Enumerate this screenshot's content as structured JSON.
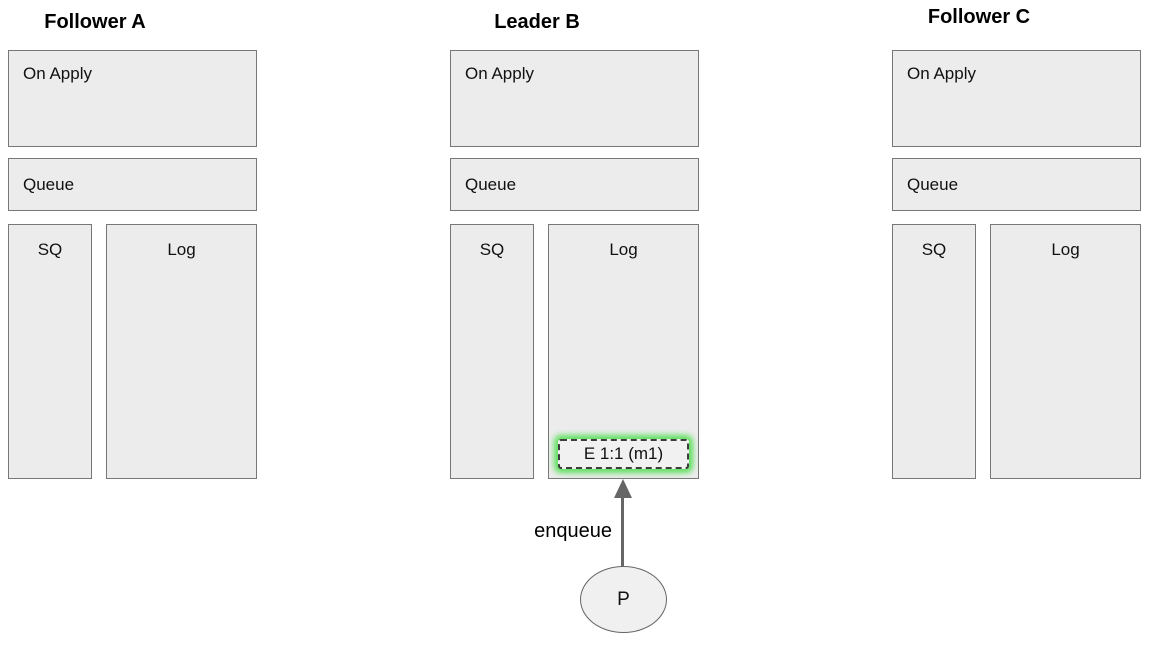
{
  "columns": [
    {
      "id": "follower-a",
      "title": "Follower A",
      "on_apply": "On Apply",
      "queue": "Queue",
      "sq": "SQ",
      "log": "Log",
      "log_entries": []
    },
    {
      "id": "leader-b",
      "title": "Leader B",
      "on_apply": "On Apply",
      "queue": "Queue",
      "sq": "SQ",
      "log": "Log",
      "log_entries": [
        {
          "label": "E 1:1 (m1)",
          "highlighted": true
        }
      ]
    },
    {
      "id": "follower-c",
      "title": "Follower C",
      "on_apply": "On Apply",
      "queue": "Queue",
      "sq": "SQ",
      "log": "Log",
      "log_entries": []
    }
  ],
  "producer": {
    "label": "P"
  },
  "edge": {
    "label": "enqueue"
  },
  "colors": {
    "box_fill": "#ececec",
    "box_border": "#777777",
    "entry_fill": "#f1f1f1",
    "entry_border": "#3d3d3d",
    "highlight_glow": "#5ee05e",
    "arrow": "#666666",
    "text": "#111111"
  }
}
